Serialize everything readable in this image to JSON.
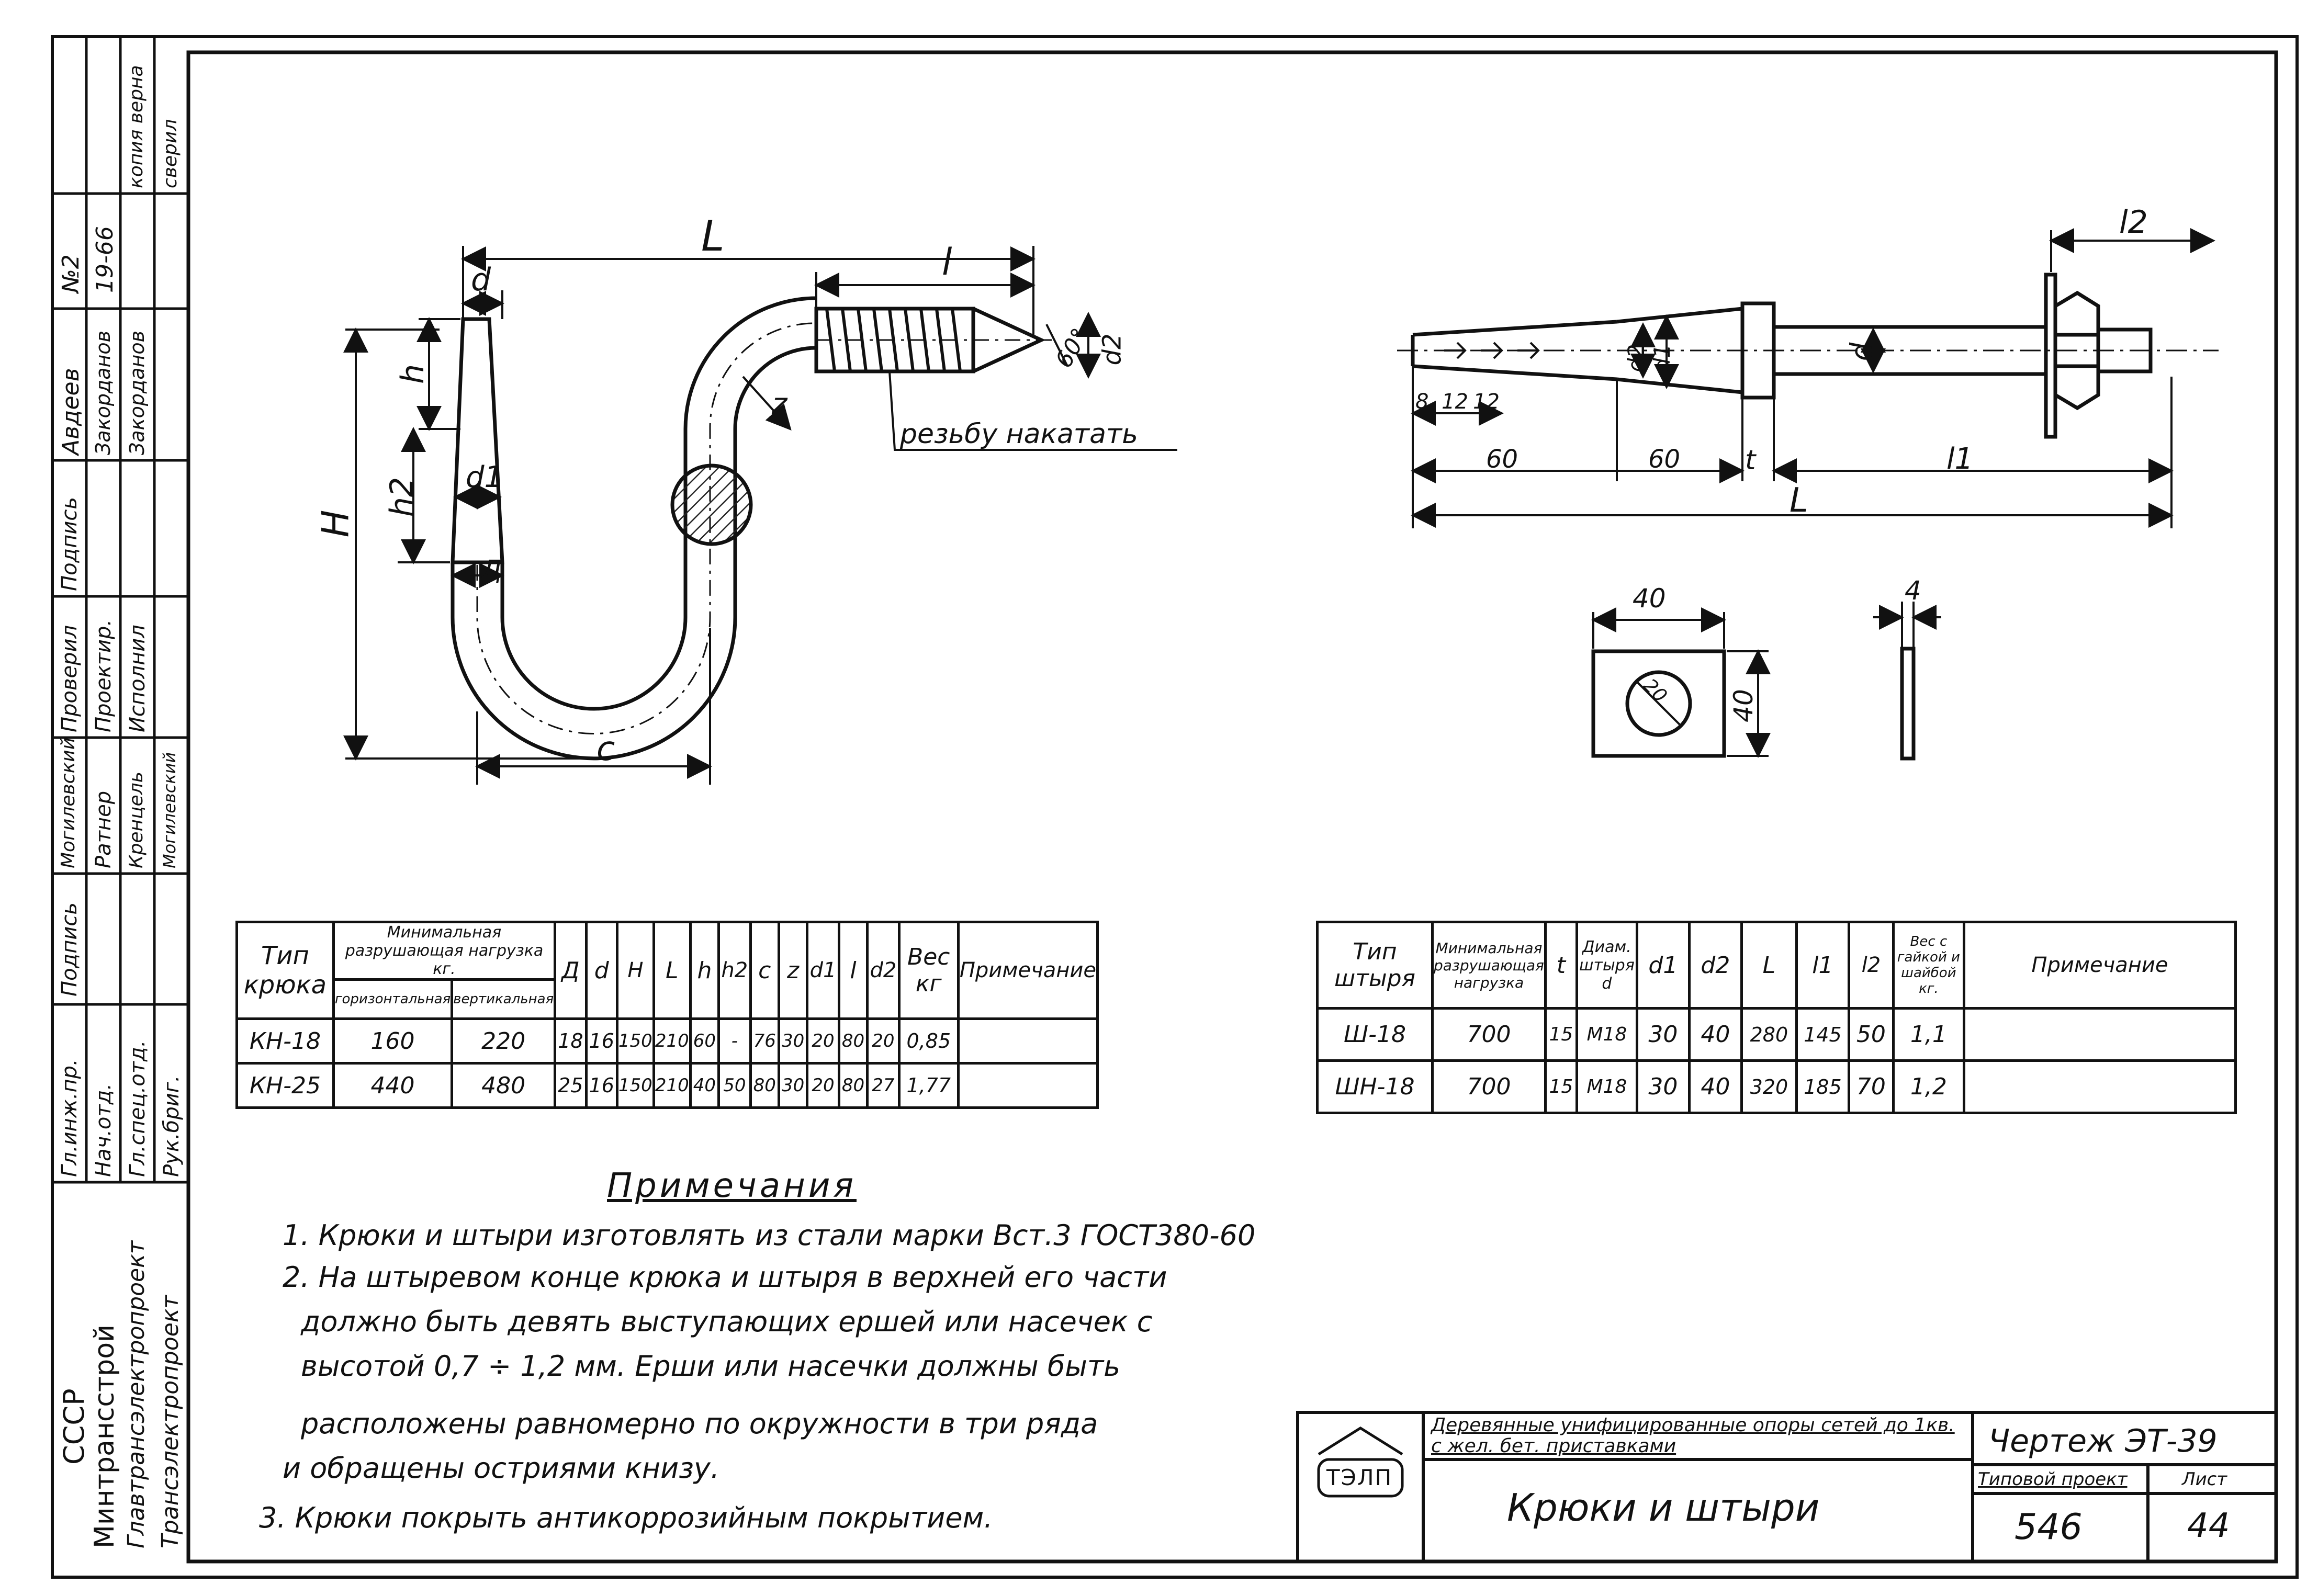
{
  "drawing_labels": {
    "hook_L": "L",
    "hook_d": "d",
    "hook_l": "l",
    "hook_h": "h",
    "hook_h2": "h2",
    "hook_d1": "d1",
    "hook_D": "Д",
    "hook_H": "H",
    "hook_c": "c",
    "hook_z": "z",
    "hook_angle": "60°",
    "hook_d2": "d2",
    "thread_note": "резьбу накатать",
    "pin_l2": "l2",
    "pin_d": "d",
    "pin_d2": "d2",
    "pin_d1": "d1",
    "pin_8": "8",
    "pin_12a": "12",
    "pin_12b": "12",
    "pin_60a": "60",
    "pin_60b": "60",
    "pin_t": "t",
    "pin_l1": "l1",
    "pin_L": "L",
    "washer_40": "40",
    "washer_40v": "40",
    "washer_4": "4",
    "washer_hole": "20"
  },
  "hook_table": {
    "headers": [
      "Тип крюка",
      "Минимальная разрушающая нагрузка кг.",
      "горизонтальная",
      "вертикальная",
      "Д",
      "d",
      "H",
      "L",
      "h",
      "h2",
      "c",
      "z",
      "d1",
      "l",
      "d2",
      "Вес кг",
      "Примечание"
    ],
    "rows": [
      [
        "КН-18",
        "160",
        "220",
        "18",
        "16",
        "150",
        "210",
        "60",
        "-",
        "76",
        "30",
        "20",
        "80",
        "20",
        "0,85",
        ""
      ],
      [
        "КН-25",
        "440",
        "480",
        "25",
        "16",
        "150",
        "210",
        "40",
        "50",
        "80",
        "30",
        "20",
        "80",
        "27",
        "1,77",
        ""
      ]
    ]
  },
  "pin_table": {
    "headers": [
      "Тип штыря",
      "Минимальная разрушающая нагрузка",
      "t",
      "Диам. штыря d",
      "d1",
      "d2",
      "L",
      "l1",
      "l2",
      "Вес с гайкой и шайбой кг.",
      "Примечание"
    ],
    "rows": [
      [
        "Ш-18",
        "700",
        "15",
        "M18",
        "30",
        "40",
        "280",
        "145",
        "50",
        "1,1",
        ""
      ],
      [
        "ШН-18",
        "700",
        "15",
        "M18",
        "30",
        "40",
        "320",
        "185",
        "70",
        "1,2",
        ""
      ]
    ]
  },
  "notes": {
    "title": "Примечания",
    "lines": [
      "1. Крюки и штыри изготовлять из стали марки Вст.3 ГОСТ380-60",
      "2. На штыревом конце крюка и штыря в верхней его части",
      "должно быть девять выступающих ершей или насечек с",
      "высотой 0,7 ÷ 1,2 мм.  Ерши или насечки должны быть",
      "расположены равномерно по окружности в три ряда",
      "и обращены остриями книзу.",
      "3. Крюки покрыть антикоррозийным покрытием."
    ]
  },
  "title_block": {
    "project_title": "Деревянные унифицированные опоры сетей до 1кв. с жел. бет. приставками",
    "sheet_title": "Крюки и штыри",
    "drawing_number": "Чертеж ЭТ-39",
    "typical_project_label": "Типовой проект",
    "sheet_label": "Лист",
    "project_number": "546",
    "sheet_number": "44",
    "logo_text": "ТЭЛП"
  },
  "side_block": {
    "org": [
      "СССР",
      "Минтрансстрой",
      "Главтрансэлектропроект",
      "Трансэлектропроект"
    ],
    "roles": [
      "Гл.инж.пр.",
      "Нач.отд.",
      "Гл.спец.отд.",
      "Рук.бриг."
    ],
    "signature_header": "Подпись",
    "names_col1": [
      "Могилевский",
      "Ратнер",
      "Кренцель",
      "Могилевский"
    ],
    "checked_header": "Проверил",
    "checked_values": [
      "Проектир.",
      "Исполнил"
    ],
    "signature_header2": "Подпись",
    "names_col2": [
      "Авдеев",
      "Закорданов",
      "Закорданов"
    ],
    "top_row": [
      "№2",
      "19-66",
      "копия верна",
      "сверил"
    ]
  },
  "colors": {
    "ink": "#111111",
    "paper": "#ffffff",
    "hatch": "#222222"
  }
}
